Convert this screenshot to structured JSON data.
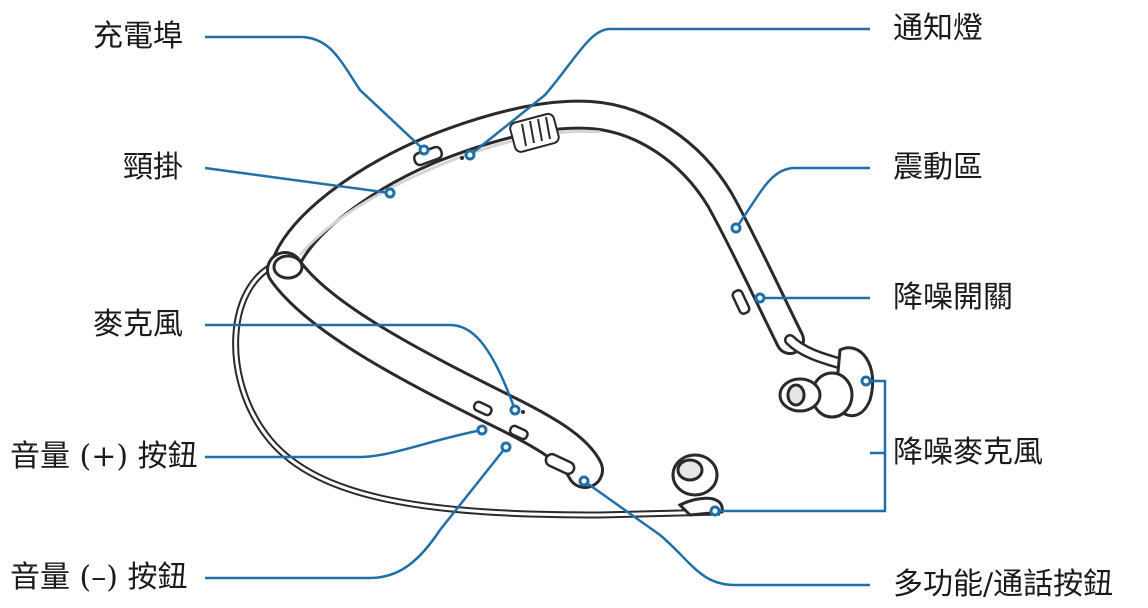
{
  "labels": {
    "charging_port": "充電埠",
    "neckband": "頸掛",
    "microphone": "麥克風",
    "volume_up_button": "音量 (+) 按鈕",
    "volume_down_button": "音量 (–) 按鈕",
    "notification_light": "通知燈",
    "vibration_area": "震動區",
    "noise_cancel_switch": "降噪開關",
    "noise_cancel_microphone": "降噪麥克風",
    "multifunction_call_button": "多功能/通話按鈕"
  },
  "colors": {
    "callout_line": "#1f6fa8",
    "device_outline": "#2a2a2a",
    "device_fill": "#ffffff",
    "device_shade": "#e6e6e6"
  }
}
